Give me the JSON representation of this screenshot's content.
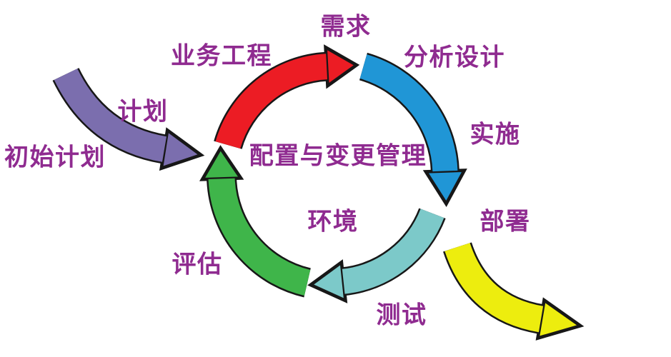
{
  "diagram": {
    "labels": {
      "requirements": "需求",
      "business_engineering": "业务工程",
      "analysis_design": "分析设计",
      "plan": "计划",
      "initial_plan": "初始计划",
      "config_change_mgmt": "配置与变更管理",
      "implementation": "实施",
      "environment": "环境",
      "deployment": "部署",
      "evaluation": "评估",
      "testing": "测试"
    },
    "arrows": [
      {
        "name": "plan-entry-arrow",
        "color_key": "purple"
      },
      {
        "name": "cycle-top-arrow",
        "color_key": "red"
      },
      {
        "name": "cycle-right-arrow",
        "color_key": "blue"
      },
      {
        "name": "cycle-bottom-arrow",
        "color_key": "cyan"
      },
      {
        "name": "cycle-left-arrow",
        "color_key": "green"
      },
      {
        "name": "deployment-exit-arrow",
        "color_key": "yellow"
      }
    ],
    "colors": {
      "purple": "#7B6EAE",
      "red": "#EC1C24",
      "blue": "#2096D6",
      "cyan": "#7CC9C9",
      "green": "#3FB54A",
      "yellow": "#EDED0E",
      "outline": "#171717",
      "text": "#8F2B90",
      "background": "#FFFFFF"
    }
  }
}
